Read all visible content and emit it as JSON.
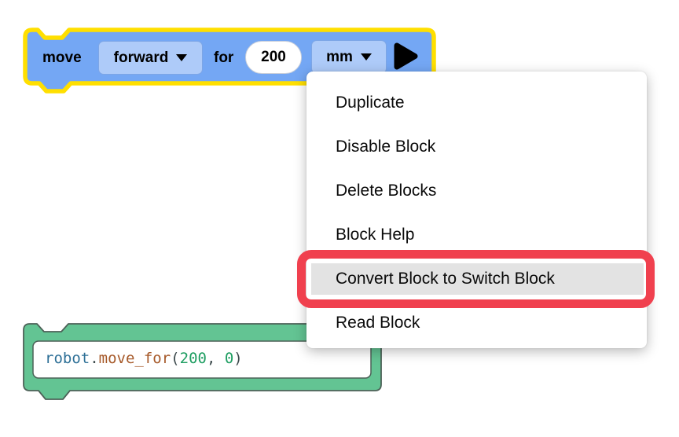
{
  "move_block": {
    "label_move": "move",
    "direction": "forward",
    "label_for": "for",
    "distance": "200",
    "unit": "mm"
  },
  "context_menu": {
    "items": [
      {
        "label": "Duplicate",
        "highlighted": false
      },
      {
        "label": "Disable Block",
        "highlighted": false
      },
      {
        "label": "Delete Blocks",
        "highlighted": false
      },
      {
        "label": "Block Help",
        "highlighted": false
      },
      {
        "label": "Convert Block to Switch Block",
        "highlighted": true
      },
      {
        "label": "Read Block",
        "highlighted": false
      }
    ]
  },
  "python_block": {
    "tokens": [
      {
        "text": "robot",
        "type": "object"
      },
      {
        "text": ".",
        "type": "punct"
      },
      {
        "text": "move_for",
        "type": "function"
      },
      {
        "text": "(",
        "type": "punct"
      },
      {
        "text": "200",
        "type": "number"
      },
      {
        "text": ", ",
        "type": "punct"
      },
      {
        "text": "0",
        "type": "number"
      },
      {
        "text": ")",
        "type": "punct"
      }
    ]
  },
  "icons": {
    "chevron_down": "caret-down-triangle",
    "play": "right-pointing-triangle"
  },
  "colors": {
    "block_blue": "#74a7f4",
    "block_blue_light": "#aecbf9",
    "selection_glow_yellow": "#ffdf00",
    "block_green": "#63c493",
    "block_green_outline": "#4c6157",
    "menu_hover_gray": "#e3e3e3",
    "annotation_red": "#f0404e",
    "code_object": "#2e7097",
    "code_function": "#a65929",
    "code_number": "#1f9e62",
    "code_punct": "#3d4a4d"
  }
}
